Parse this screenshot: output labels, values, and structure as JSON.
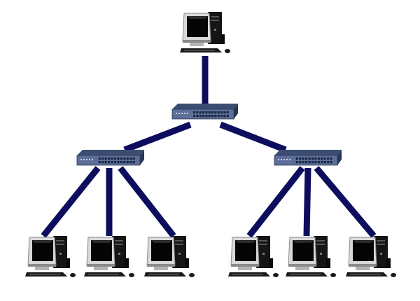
{
  "diagram": {
    "type": "hierarchical-star-network",
    "colors": {
      "background": "#ffffff",
      "cable": "#0d0d5e",
      "monitor_body": "#d9d9d9",
      "monitor_shadow": "#8a8a8a",
      "screen": "#050505",
      "tower": "#151515",
      "keyboard": "#1a1a1a",
      "switch_body": "#3c4d72",
      "switch_front": "#5d6f98",
      "port": "#1a2340"
    },
    "nodes": [
      {
        "id": "root-pc",
        "kind": "computer",
        "level": 0,
        "icon": "desktop-computer-icon"
      },
      {
        "id": "core-switch",
        "kind": "switch",
        "level": 1,
        "icon": "network-switch-icon"
      },
      {
        "id": "switch-left",
        "kind": "switch",
        "level": 2,
        "icon": "network-switch-icon"
      },
      {
        "id": "switch-right",
        "kind": "switch",
        "level": 2,
        "icon": "network-switch-icon"
      },
      {
        "id": "pc-1",
        "kind": "computer",
        "level": 3,
        "icon": "desktop-computer-icon"
      },
      {
        "id": "pc-2",
        "kind": "computer",
        "level": 3,
        "icon": "desktop-computer-icon"
      },
      {
        "id": "pc-3",
        "kind": "computer",
        "level": 3,
        "icon": "desktop-computer-icon"
      },
      {
        "id": "pc-4",
        "kind": "computer",
        "level": 3,
        "icon": "desktop-computer-icon"
      },
      {
        "id": "pc-5",
        "kind": "computer",
        "level": 3,
        "icon": "desktop-computer-icon"
      },
      {
        "id": "pc-6",
        "kind": "computer",
        "level": 3,
        "icon": "desktop-computer-icon"
      }
    ],
    "links": [
      {
        "from": "root-pc",
        "to": "core-switch"
      },
      {
        "from": "core-switch",
        "to": "switch-left"
      },
      {
        "from": "core-switch",
        "to": "switch-right"
      },
      {
        "from": "switch-left",
        "to": "pc-1"
      },
      {
        "from": "switch-left",
        "to": "pc-2"
      },
      {
        "from": "switch-left",
        "to": "pc-3"
      },
      {
        "from": "switch-right",
        "to": "pc-4"
      },
      {
        "from": "switch-right",
        "to": "pc-5"
      },
      {
        "from": "switch-right",
        "to": "pc-6"
      }
    ]
  }
}
